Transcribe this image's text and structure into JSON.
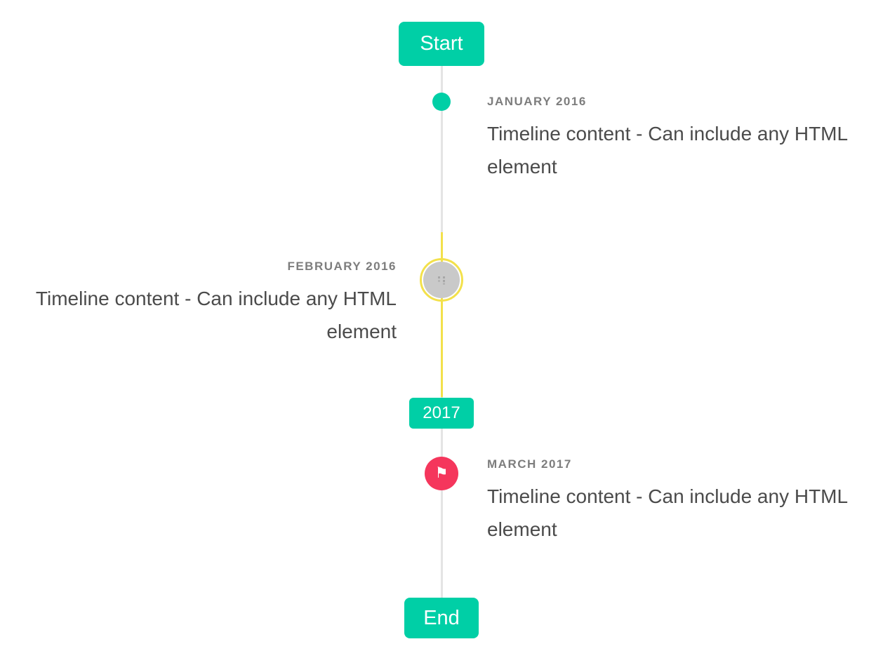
{
  "colors": {
    "accent": "#00cfa6",
    "highlight": "#f3e14b",
    "flag_red": "#f5365c",
    "line": "#e4e4e4",
    "circle_fill": "#c9c9c9",
    "title_text": "#7d7d7d",
    "content_text": "#4b4b4b"
  },
  "icons": {
    "flag": "⚑",
    "image_placeholder": "image-placeholder-icon"
  },
  "timeline": {
    "start_label": "Start",
    "end_label": "End",
    "year_badge": "2017",
    "events": [
      {
        "title": "JANUARY 2016",
        "content": "Timeline content - Can include any HTML element",
        "side": "right",
        "marker": "dot"
      },
      {
        "title": "FEBRUARY 2016",
        "content": "Timeline content - Can include any HTML element",
        "side": "left",
        "marker": "image-circle"
      },
      {
        "title": "MARCH 2017",
        "content": "Timeline content - Can include any HTML element",
        "side": "right",
        "marker": "flag"
      }
    ]
  }
}
